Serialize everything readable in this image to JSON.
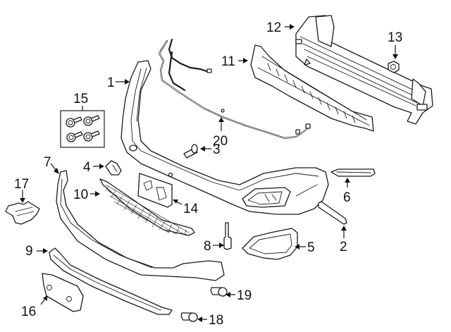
{
  "diagram": {
    "title": "Front bumper & components exploded parts diagram",
    "line_color": "#1a1a1a",
    "background": "#ffffff",
    "callouts": [
      {
        "id": "1",
        "label": "1",
        "part": "bumper-cover"
      },
      {
        "id": "2",
        "label": "2",
        "part": "lower-molding-right"
      },
      {
        "id": "3",
        "label": "3",
        "part": "push-pin-retainer"
      },
      {
        "id": "4",
        "label": "4",
        "part": "tow-hook-cover"
      },
      {
        "id": "5",
        "label": "5",
        "part": "fog-lamp-bezel"
      },
      {
        "id": "6",
        "label": "6",
        "part": "upper-molding-strip"
      },
      {
        "id": "7",
        "label": "7",
        "part": "lower-valance"
      },
      {
        "id": "8",
        "label": "8",
        "part": "rivet-pin"
      },
      {
        "id": "9",
        "label": "9",
        "part": "lower-spoiler"
      },
      {
        "id": "10",
        "label": "10",
        "part": "lower-grille"
      },
      {
        "id": "11",
        "label": "11",
        "part": "energy-absorber"
      },
      {
        "id": "12",
        "label": "12",
        "part": "reinforcement-beam"
      },
      {
        "id": "13",
        "label": "13",
        "part": "nut"
      },
      {
        "id": "14",
        "label": "14",
        "part": "license-plate-bracket"
      },
      {
        "id": "15",
        "label": "15",
        "part": "bolt-kit"
      },
      {
        "id": "16",
        "label": "16",
        "part": "radar-sensor-bracket"
      },
      {
        "id": "17",
        "label": "17",
        "part": "sensor-bracket"
      },
      {
        "id": "18",
        "label": "18",
        "part": "park-sensor-a"
      },
      {
        "id": "19",
        "label": "19",
        "part": "park-sensor-b"
      },
      {
        "id": "20",
        "label": "20",
        "part": "wiring-harness"
      }
    ]
  }
}
